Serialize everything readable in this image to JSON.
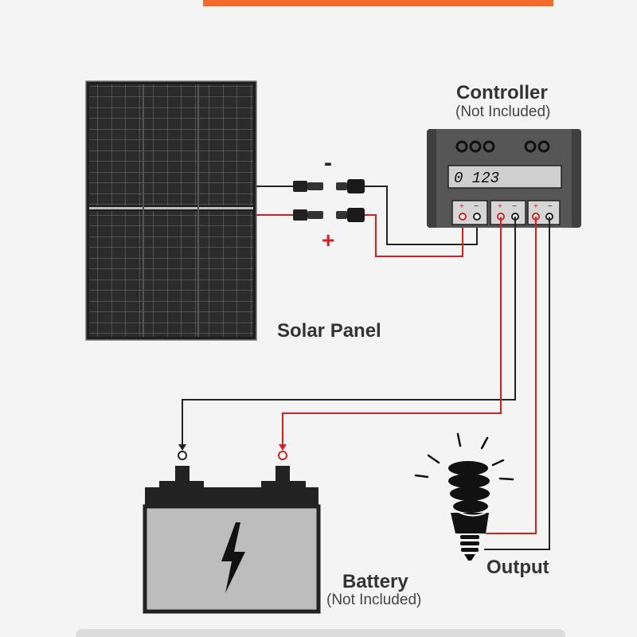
{
  "labels": {
    "controller": "Controller",
    "controller_note": "(Not Included)",
    "solar_panel": "Solar Panel",
    "battery": "Battery",
    "battery_note": "(Not Included)",
    "output": "Output",
    "polarity_minus": "-",
    "polarity_plus": "+"
  },
  "controller": {
    "display": "0 123",
    "terminal_pos": "+",
    "terminal_neg": "−"
  },
  "colors": {
    "title_accent": "#f26b2c",
    "positive_wire": "#d9201e",
    "negative_wire": "#222222",
    "controller_body": "#4a4a4a",
    "battery_body": "#bdbdbd",
    "panel_cells": "#2b2b2b"
  }
}
